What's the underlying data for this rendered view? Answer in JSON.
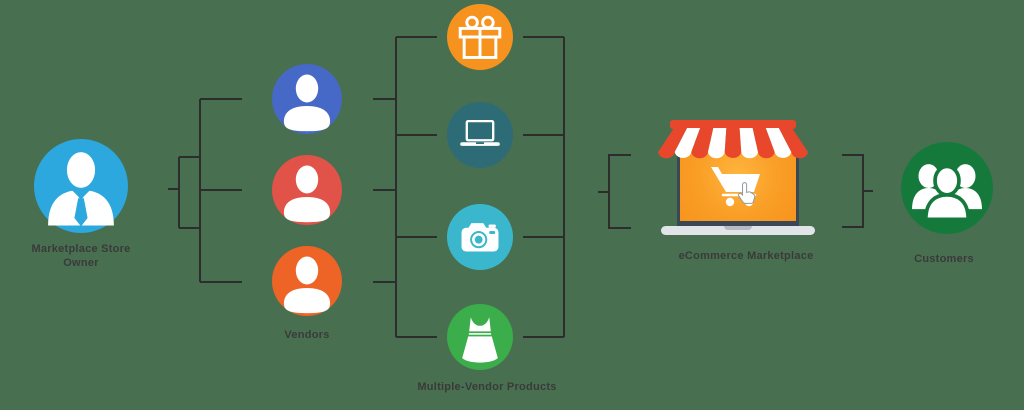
{
  "diagram": {
    "background_color": "#487050",
    "connector_color": "#2d2d2d",
    "label_color": "#3a3a3a",
    "nodes": {
      "store_owner": {
        "label": "Marketplace Store Owner",
        "icon": "businessman-icon",
        "color": "#2CA8DF"
      },
      "vendors": {
        "label": "Vendors",
        "items": [
          {
            "icon": "person-icon",
            "color": "#4668C6"
          },
          {
            "icon": "person-icon",
            "color": "#E15349"
          },
          {
            "icon": "person-icon",
            "color": "#EE6326"
          }
        ]
      },
      "products": {
        "label": "Multiple-Vendor Products",
        "items": [
          {
            "icon": "gift-icon",
            "color": "#F6921E"
          },
          {
            "icon": "laptop-icon",
            "color": "#2D6B77"
          },
          {
            "icon": "camera-icon",
            "color": "#3AB7CD"
          },
          {
            "icon": "dress-icon",
            "color": "#3BAD4A"
          }
        ]
      },
      "marketplace": {
        "label": "eCommerce Marketplace",
        "icon": "storefront-icon",
        "awning_color": "#E8472B",
        "screen_color": "#F7941E",
        "frame_color": "#3A4754"
      },
      "customers": {
        "label": "Customers",
        "icon": "people-group-icon",
        "color": "#15793C"
      }
    },
    "connections": [
      {
        "from": "store_owner",
        "to": "vendors"
      },
      {
        "from": "vendors",
        "to": "products"
      },
      {
        "from": "products",
        "to": "marketplace"
      },
      {
        "from": "marketplace",
        "to": "customers"
      }
    ]
  }
}
